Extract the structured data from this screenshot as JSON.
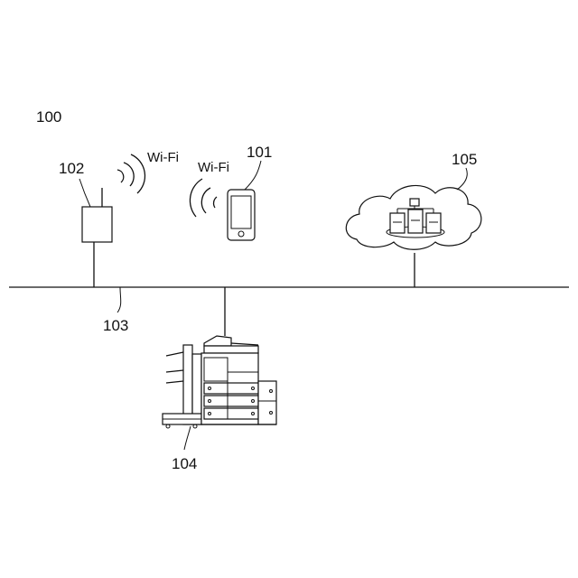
{
  "labels": {
    "system": "100",
    "smartphone": "101",
    "access_point": "102",
    "network": "103",
    "mfp": "104",
    "cloud": "105"
  },
  "wifi_labels": {
    "access_point": "Wi-Fi",
    "smartphone": "Wi-Fi"
  },
  "icons": [
    "wifi-waves-icon",
    "smartphone-icon",
    "access-point-icon",
    "cloud-server-icon",
    "multifunction-printer-icon"
  ]
}
